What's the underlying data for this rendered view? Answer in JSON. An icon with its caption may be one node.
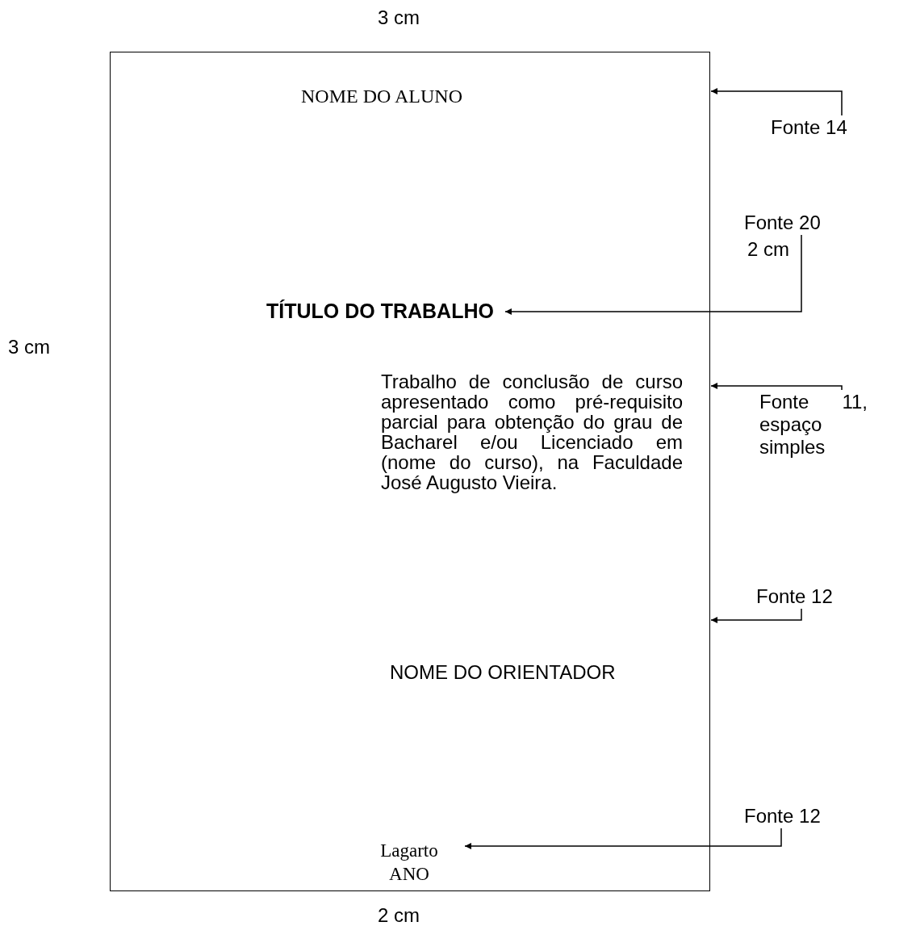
{
  "diagram": {
    "nodes": [
      {
        "text": [],
        "shape": "box"
      },
      {
        "text": [
          "NOME DO ALUNO"
        ],
        "in": 0
      },
      {
        "text": [
          "TÍTULO DO TRABALHO"
        ],
        "in": 0
      },
      {
        "text": [
          "Trabalho de conclusão de curso apresentado como pré-requisito parcial para obtenção do grau de Bacharel e/ou Licenciado em (nome do curso), na Faculdade José Augusto Vieira."
        ],
        "in": 0
      },
      {
        "text": [
          "NOME DO ORIENTADOR"
        ],
        "in": 0
      },
      {
        "text": [
          "Lagarto ANO"
        ],
        "in": 0
      },
      {
        "text": [
          "Fonte 14"
        ]
      },
      {
        "text": [
          "Fonte 20"
        ]
      },
      {
        "text": [
          "Fonte 11, espaço simples"
        ]
      },
      {
        "text": [
          "Fonte 12"
        ]
      },
      {
        "text": [
          "Fonte 12"
        ]
      }
    ],
    "edges": [
      {
        "from": 6,
        "to": 0,
        "arrow": "to"
      },
      {
        "from": 7,
        "to": 2,
        "arrow": "to"
      },
      {
        "from": 8,
        "to": 0,
        "arrow": "to"
      },
      {
        "from": 9,
        "to": 0,
        "arrow": "to"
      },
      {
        "from": 10,
        "to": 5,
        "arrow": "to"
      }
    ],
    "labels": [
      "3 cm",
      "2 cm",
      "3 cm",
      "2 cm"
    ]
  }
}
